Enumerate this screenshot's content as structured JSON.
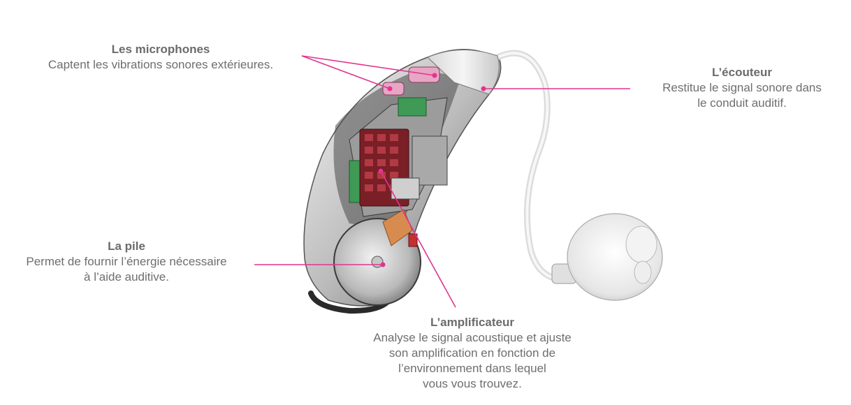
{
  "diagram": {
    "accent_color": "#e2348f",
    "callouts": {
      "microphones": {
        "title": "Les microphones",
        "description": "Captent les vibrations sonores extérieures."
      },
      "ecouteur": {
        "title": "L’écouteur",
        "description": "Restitue le signal sonore dans\nle conduit auditif."
      },
      "pile": {
        "title": "La pile",
        "description": "Permet de fournir l’énergie nécessaire\nà l’aide auditive."
      },
      "amplificateur": {
        "title": "L’amplificateur",
        "description": "Analyse le signal acoustique et ajuste\nson amplification en fonction de\nl’environnement dans lequel\nvous vous trouvez."
      }
    }
  }
}
